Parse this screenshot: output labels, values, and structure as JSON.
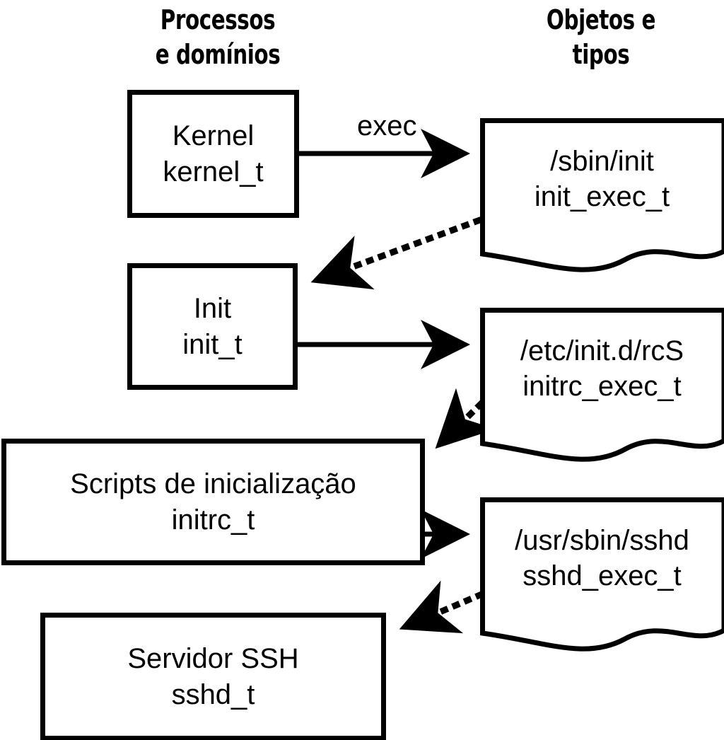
{
  "diagram": {
    "title_left": "Processos\ne domínios",
    "title_right": "Objetos e\ntipos",
    "stroke_color": "#000000",
    "background_color": "#ffffff"
  },
  "processes": [
    {
      "id": "kernel",
      "name": "Kernel",
      "type": "kernel_t"
    },
    {
      "id": "init",
      "name": "Init",
      "type": "init_t"
    },
    {
      "id": "initrc",
      "name": "Scripts de inicialização",
      "type": "initrc_t"
    },
    {
      "id": "sshd",
      "name": "Servidor SSH",
      "type": "sshd_t"
    }
  ],
  "objects": [
    {
      "id": "init-exec",
      "path": "/sbin/init",
      "type": "init_exec_t"
    },
    {
      "id": "initrc-exec",
      "path": "/etc/init.d/rcS",
      "type": "initrc_exec_t"
    },
    {
      "id": "sshd-exec",
      "path": "/usr/sbin/sshd",
      "type": "sshd_exec_t"
    }
  ],
  "edges": [
    {
      "id": "kernel-exec-init",
      "label": "exec",
      "style": "solid",
      "from": "kernel",
      "to": "init-exec"
    },
    {
      "id": "initexec-transition-init",
      "label": "",
      "style": "dotted",
      "from": "init-exec",
      "to": "init"
    },
    {
      "id": "init-exec-initrc",
      "label": "",
      "style": "solid",
      "from": "init",
      "to": "initrc-exec"
    },
    {
      "id": "initrcexec-transition-initrc",
      "label": "",
      "style": "dotted",
      "from": "initrc-exec",
      "to": "initrc"
    },
    {
      "id": "initrc-exec-sshd",
      "label": "",
      "style": "solid",
      "from": "initrc",
      "to": "sshd-exec"
    },
    {
      "id": "sshdexec-transition-sshd",
      "label": "",
      "style": "dotted",
      "from": "sshd-exec",
      "to": "sshd"
    }
  ]
}
